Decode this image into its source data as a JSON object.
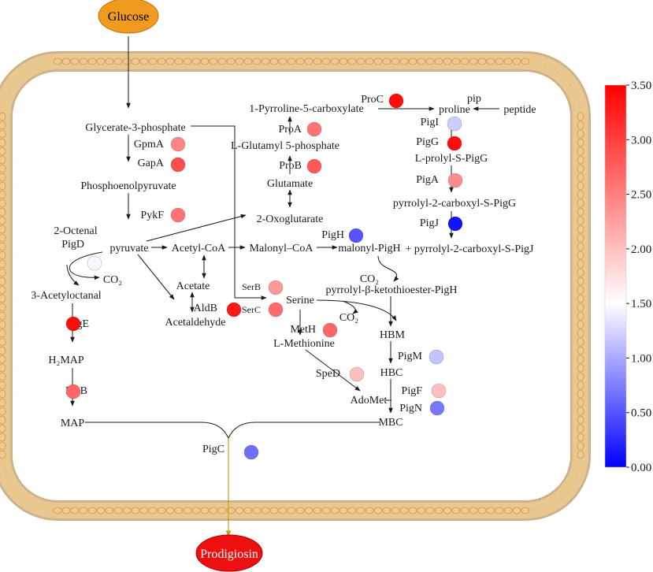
{
  "input_label": "Glucose",
  "output_label": "Prodigiosin",
  "colorbar": {
    "ticks": [
      "3.50",
      "3.00",
      "2.50",
      "2.00",
      "1.50",
      "1.00",
      "0.50",
      "0.00"
    ],
    "min": 0,
    "max": 3.5,
    "color_low": "#0000ff",
    "color_mid": "#ffffff",
    "color_high": "#ff0000"
  },
  "metabolites": {
    "g3p": "Glycerate-3-phosphate",
    "pep": "Phosphoenolpyruvate",
    "pyruvate": "pyruvate",
    "octenal": "2-Octenal",
    "acetyloctanal": "3-Acetyloctanal",
    "h2map": "H₂MAP",
    "map": "MAP",
    "co2_a": "CO₂",
    "acetylcoa": "Acetyl-CoA",
    "acetate": "Acetate",
    "acetaldehyde": "Acetaldehyde",
    "malonylcoa": "Malonyl–CoA",
    "malonylpigh": "malonyl-PigH",
    "oxoglutarate": "2-Oxoglutarate",
    "glutamate": "Glutamate",
    "glutamylp": "L-Glutamyl 5-phosphate",
    "pyrroline": "1-Pyrroline-5-carboxylate",
    "proline": "proline",
    "pip": "pip",
    "peptide": "peptide",
    "prolyl": "L-prolyl-S-PigG",
    "pyrrolylpigg": "pyrrolyl-2-carboxyl-S-PigG",
    "pyrrolylpigj": "+ pyrrolyl-2-carboxyl-S-PigJ",
    "co2_b": "CO₂",
    "ketothio": "pyrrolyl-β-ketothioester-PigH",
    "serine": "Serine",
    "co2_c": "CO₂",
    "hbm": "HBM",
    "hbc": "HBC",
    "mbc": "MBC",
    "methionine": "L-Methionine",
    "adomet": "AdoMet"
  },
  "enzymes": [
    {
      "name": "GpmA",
      "value": 2.45
    },
    {
      "name": "GapA",
      "value": 2.9
    },
    {
      "name": "PykF",
      "value": 2.6
    },
    {
      "name": "PigD",
      "value": 1.45
    },
    {
      "name": "PigE",
      "value": 3.4
    },
    {
      "name": "PigB",
      "value": 2.7
    },
    {
      "name": "PigC",
      "value": 0.65
    },
    {
      "name": "AldB",
      "value": 3.3
    },
    {
      "name": "SerB",
      "value": 2.3
    },
    {
      "name": "SerC",
      "value": 2.65
    },
    {
      "name": "MetH",
      "value": 2.7
    },
    {
      "name": "ProA",
      "value": 2.6
    },
    {
      "name": "ProB",
      "value": 2.8
    },
    {
      "name": "ProC",
      "value": 3.4
    },
    {
      "name": "PigH",
      "value": 0.5
    },
    {
      "name": "PigI",
      "value": 1.2
    },
    {
      "name": "PigG",
      "value": 3.4
    },
    {
      "name": "PigA",
      "value": 2.4
    },
    {
      "name": "PigJ",
      "value": 0.1
    },
    {
      "name": "PigM",
      "value": 1.15
    },
    {
      "name": "SpeD",
      "value": 2.0
    },
    {
      "name": "PigF",
      "value": 2.0
    },
    {
      "name": "PigN",
      "value": 0.7
    }
  ]
}
